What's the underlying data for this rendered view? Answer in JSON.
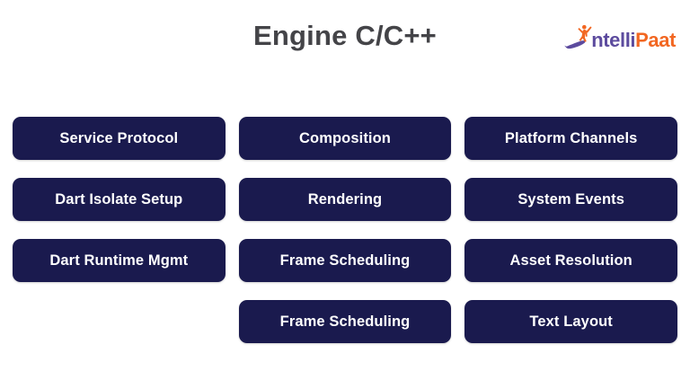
{
  "header": {
    "title": "Engine C/C++",
    "brand": {
      "name": "intelliPaat",
      "name_part_primary": "ntelli",
      "name_part_accent": "Paat",
      "mark_icon": "surfer-figure-icon",
      "color_primary": "#5C4B9E",
      "color_accent": "#F26722"
    },
    "title_color": "#444448"
  },
  "theme": {
    "background": "#FFFFFF",
    "card_background": "#1A1A4E",
    "card_text": "#FFFFFF"
  },
  "grid": {
    "columns": 3,
    "rows": 4,
    "cards": [
      {
        "label": "Service Protocol",
        "column": 1,
        "row": 1,
        "empty": false
      },
      {
        "label": "Composition",
        "column": 2,
        "row": 1,
        "empty": false
      },
      {
        "label": "Platform Channels",
        "column": 3,
        "row": 1,
        "empty": false
      },
      {
        "label": "Dart Isolate Setup",
        "column": 1,
        "row": 2,
        "empty": false
      },
      {
        "label": "Rendering",
        "column": 2,
        "row": 2,
        "empty": false
      },
      {
        "label": "System Events",
        "column": 3,
        "row": 2,
        "empty": false
      },
      {
        "label": "Dart Runtime Mgmt",
        "column": 1,
        "row": 3,
        "empty": false
      },
      {
        "label": "Frame Scheduling",
        "column": 2,
        "row": 3,
        "empty": false
      },
      {
        "label": "Asset Resolution",
        "column": 3,
        "row": 3,
        "empty": false
      },
      {
        "label": "",
        "column": 1,
        "row": 4,
        "empty": true
      },
      {
        "label": "Frame Scheduling",
        "column": 2,
        "row": 4,
        "empty": false
      },
      {
        "label": "Text Layout",
        "column": 3,
        "row": 4,
        "empty": false
      }
    ]
  }
}
